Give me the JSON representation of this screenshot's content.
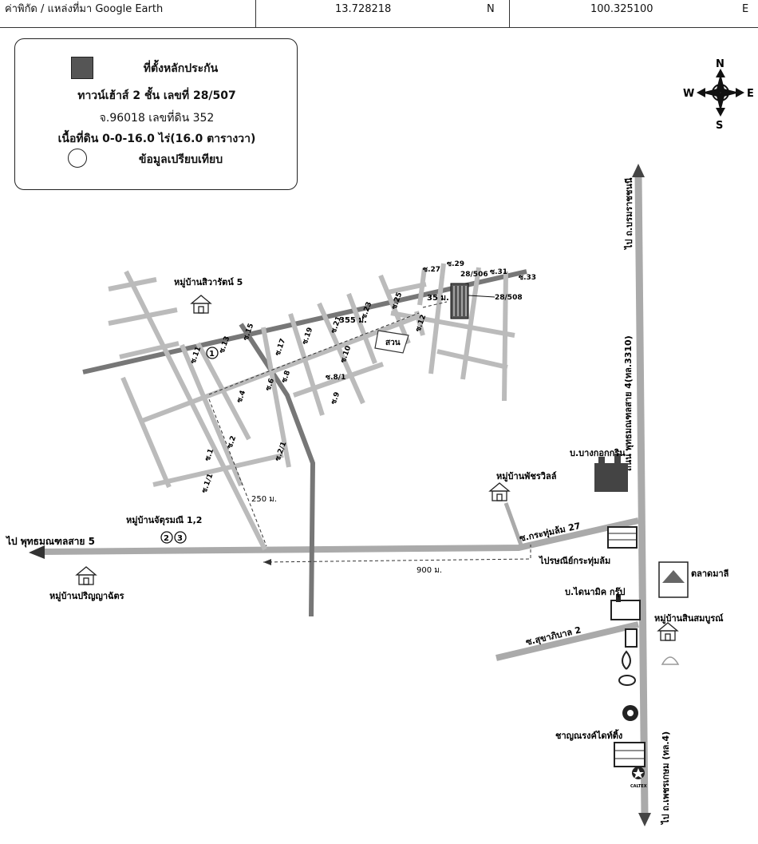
{
  "header": {
    "coord_label": "ค่าพิกัด / แหล่งที่มา Google Earth",
    "lat_value": "13.728218",
    "lat_dir": "N",
    "lon_value": "100.325100",
    "lon_dir": "E"
  },
  "legend": {
    "subject_label": "ที่ตั้งหลักประกัน",
    "line2": "ทาวน์เฮ้าส์ 2 ชั้น เลขที่ 28/507",
    "line3": "จ.96018 เลขที่ดิน 352",
    "line4": "เนื้อที่ดิน 0-0-16.0 ไร่(16.0 ตารางวา)",
    "comparison_label": "ข้อมูลเปรียบเทียบ"
  },
  "compass": {
    "n": "N",
    "s": "S",
    "e": "E",
    "w": "W"
  },
  "roads": {
    "to_borommaratchachonnani": "ไป ถ.บรมราชชนนี",
    "phutthamonthon_sai4": "ถนน พุทธมณฑลสาย 4(ทล.3310)",
    "to_phutthamonthon_sai5": "ไป พุทธมณฑลสาย 5",
    "to_phetkasem": "ไป ถ.เพชรเกษม (ทล.4)",
    "krathumlom27": "ซ.กระทุ่มล้ม 27",
    "sukhaphiban2": "ซ.สุขาภิบาล 2"
  },
  "places": {
    "siwarat5": "หมู่บ้านสิวารัตน์ 5",
    "bangkok_grin": "บ.บางกอกกริน",
    "phatchara_villa": "หมู่บ้านพัชรวิลล์",
    "chatmani": "หมู่บ้านจัตุรมณี 1,2",
    "prinyachat": "หมู่บ้านปริญญาฉัตร",
    "post_office": "ไปรษณีย์กระทุ่มล้ม",
    "market": "ตลาดมาลี",
    "dynamic_group": "บ.ไดนามิค กรุ๊ป",
    "sinsomboon": "หมู่บ้านสินสมบูรณ์",
    "chayanrong": "ชาญณรงค์ไดท์ติ้ง",
    "park": "สวน",
    "caltex": "CALTEX"
  },
  "sois": {
    "s27": "ซ.27",
    "s29": "ซ.29",
    "s31": "ซ.31",
    "s33": "ซ.33",
    "s25": "ซ.25",
    "s23": "ซ.23",
    "s21": "ซ.21",
    "s19": "ซ.19",
    "s17": "ซ.17",
    "s15": "ซ.15",
    "s13": "ซ.13",
    "s11": "ซ.11",
    "s12": "ซ.12",
    "s10": "ซ.10",
    "s8": "ซ.8",
    "s81": "ซ.8/1",
    "s9": "ซ.9",
    "s6": "ซ.6",
    "s4": "ซ.4",
    "s2": "ซ.2",
    "s21b": "ซ.2/1",
    "s1": "ซ.1",
    "s11b": "ซ.1/1"
  },
  "houses": {
    "h1": "28/506",
    "h2": "28/508"
  },
  "distances": {
    "d355": "355 ม.",
    "d35": "35 ม.",
    "d250": "250 ม.",
    "d900": "900 ม."
  },
  "markers": {
    "m1": "1",
    "m2": "2",
    "m3": "3"
  }
}
